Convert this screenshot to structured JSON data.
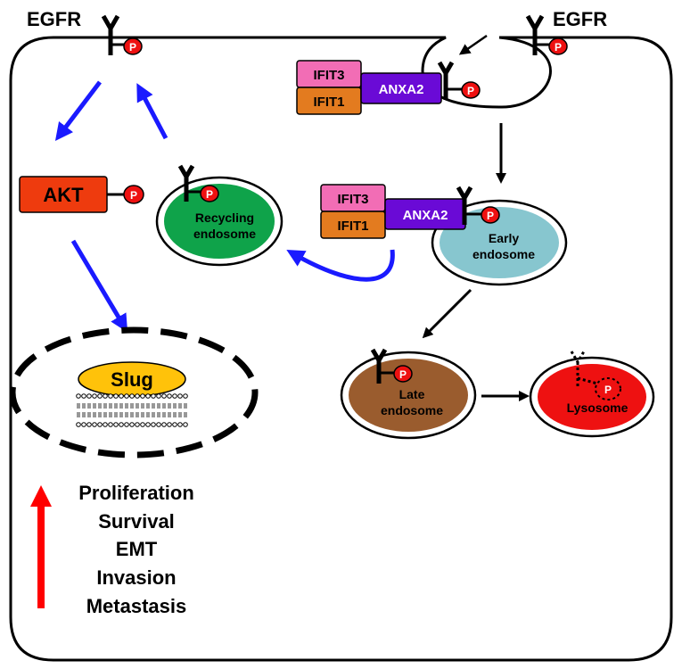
{
  "receptor": {
    "name": "EGFR",
    "phospho_label": "P"
  },
  "kinase": {
    "name": "AKT"
  },
  "transcription_factor": {
    "name": "Slug"
  },
  "proteins": {
    "ifit3": "IFIT3",
    "ifit1": "IFIT1",
    "anxa2": "ANXA2"
  },
  "compartments": {
    "recycling_line1": "Recycling",
    "recycling_line2": "endosome",
    "early_line1": "Early",
    "early_line2": "endosome",
    "late_line1": "Late",
    "late_line2": "endosome",
    "lysosome": "Lysosome"
  },
  "outcomes": [
    "Proliferation",
    "Survival",
    "EMT",
    "Invasion",
    "Metastasis"
  ],
  "colors": {
    "membrane": "#000000",
    "phospho": "#ee1111",
    "signal_arrow": "#1a1aff",
    "process_arrow": "#000000",
    "increase_arrow": "#ff0000",
    "ifit3": "#f26db5",
    "ifit1": "#e37b1f",
    "anxa2": "#6a0ad6",
    "akt": "#ee3b0e",
    "recycling_endosome": "#0fa34a",
    "early_endosome": "#87c6cf",
    "late_endosome": "#9a5c2e",
    "lysosome": "#ee1111",
    "slug": "#ffc20a"
  },
  "icons": {
    "receptor": "y-shaped-receptor-icon",
    "phospho": "phosphate-circle-icon",
    "membrane": "lipid-bilayer-icon"
  }
}
